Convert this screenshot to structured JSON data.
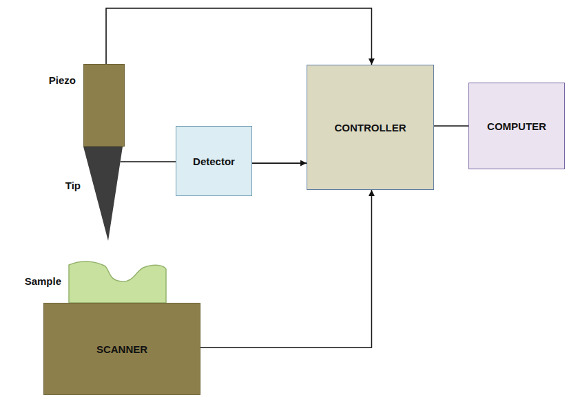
{
  "diagram": {
    "nodes": [
      {
        "text": [
          "Piezo"
        ]
      },
      {
        "text": [
          "Tip"
        ]
      },
      {
        "text": [
          "Detector"
        ]
      },
      {
        "text": [
          "CONTROLLER"
        ]
      },
      {
        "text": [
          "COMPUTER"
        ]
      },
      {
        "text": [
          "Sample"
        ]
      },
      {
        "text": [
          "SCANNER"
        ]
      }
    ],
    "edges": [
      {
        "from": 0,
        "to": 3,
        "arrow": "to"
      },
      {
        "from": 1,
        "to": 2,
        "arrow": "none"
      },
      {
        "from": 2,
        "to": 3,
        "arrow": "to"
      },
      {
        "from": 3,
        "to": 4,
        "arrow": "none"
      },
      {
        "from": 6,
        "to": 3,
        "arrow": "to"
      }
    ]
  }
}
